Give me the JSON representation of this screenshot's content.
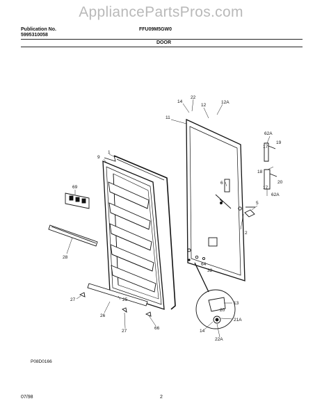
{
  "watermark": "AppliancePartsPros.com",
  "header": {
    "publication_label": "Publication No.",
    "publication_number": "5995310058",
    "model": "FFU09M5GW0",
    "section": "DOOR"
  },
  "callouts": {
    "c14a": "14",
    "c22a": "22",
    "c12": "12",
    "c12a": "12A",
    "c11": "11",
    "c62a_top": "62A",
    "c19": "19",
    "c17_top": "17",
    "c18": "18",
    "c17_bot": "17",
    "c20": "20",
    "c62a_bot": "62A",
    "c6": "6",
    "c5": "5",
    "c2": "2",
    "c1": "1",
    "c9": "9",
    "c69": "69",
    "c28": "28",
    "c64": "64",
    "c32": "32",
    "c13": "13",
    "c20b": "20",
    "c21a": "21A",
    "c14b": "14",
    "c22b": "22A",
    "c27a": "27",
    "c26a": "26",
    "c25": "25",
    "c27b": "27",
    "c66": "66"
  },
  "figure_code": "P08D0166",
  "footer": {
    "date": "07/98",
    "page": "2"
  }
}
